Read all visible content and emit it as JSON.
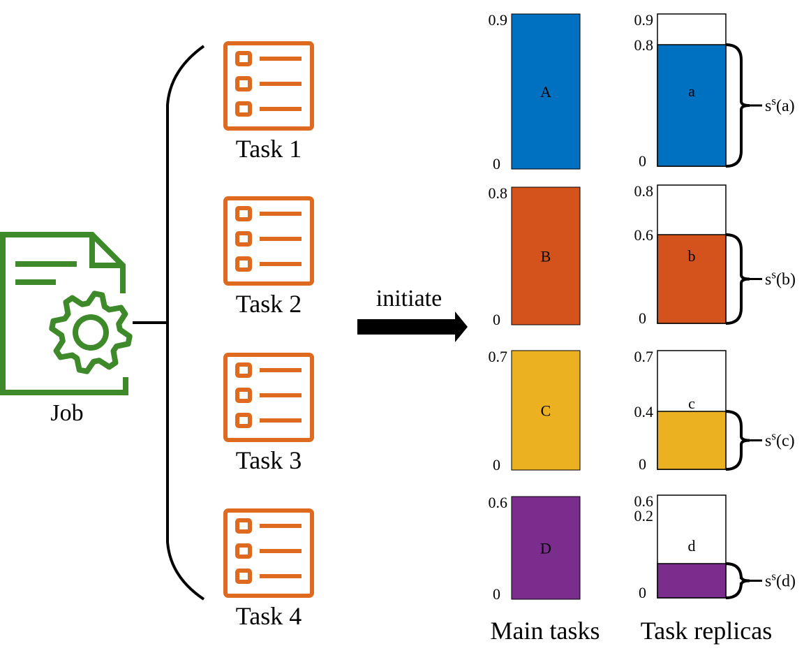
{
  "job": {
    "label": "Job",
    "color": "#3e8a2a"
  },
  "tasks": [
    {
      "label": "Task 1"
    },
    {
      "label": "Task 2"
    },
    {
      "label": "Task 3"
    },
    {
      "label": "Task 4"
    }
  ],
  "task_icon_color": "#dd6a1f",
  "arrow_label": "initiate",
  "columns": {
    "main_title": "Main tasks",
    "replica_title": "Task replicas"
  },
  "main_tasks": [
    {
      "label": "A",
      "top": "0.9",
      "bottom": "0",
      "color": "#0070c0"
    },
    {
      "label": "B",
      "top": "0.8",
      "bottom": "0",
      "color": "#d4531c"
    },
    {
      "label": "C",
      "top": "0.7",
      "bottom": "0",
      "color": "#ebb121"
    },
    {
      "label": "D",
      "top": "0.6",
      "bottom": "0",
      "color": "#7b2d8e"
    }
  ],
  "replicas": [
    {
      "label": "a",
      "top": "0.9",
      "fill_label": "0.8",
      "bottom": "0",
      "fill_value": 0.8,
      "max_value": 0.9,
      "color": "#0070c0",
      "brace": "s",
      "brace_sup": "s",
      "brace_arg": "(a)"
    },
    {
      "label": "b",
      "top": "0.8",
      "fill_label": "0.6",
      "bottom": "0",
      "fill_value": 0.6,
      "max_value": 0.8,
      "color": "#d4531c",
      "brace": "s",
      "brace_sup": "s",
      "brace_arg": "(b)"
    },
    {
      "label": "c",
      "top": "0.7",
      "fill_label": "0.4",
      "bottom": "0",
      "fill_value": 0.4,
      "max_value": 0.7,
      "color": "#ebb121",
      "brace": "s",
      "brace_sup": "s",
      "brace_arg": "(c)"
    },
    {
      "label": "d",
      "top": "0.6",
      "fill_label": "0.2",
      "bottom": "0",
      "fill_value": 0.2,
      "max_value": 0.6,
      "color": "#7b2d8e",
      "brace": "s",
      "brace_sup": "s",
      "brace_arg": "(d)"
    }
  ]
}
